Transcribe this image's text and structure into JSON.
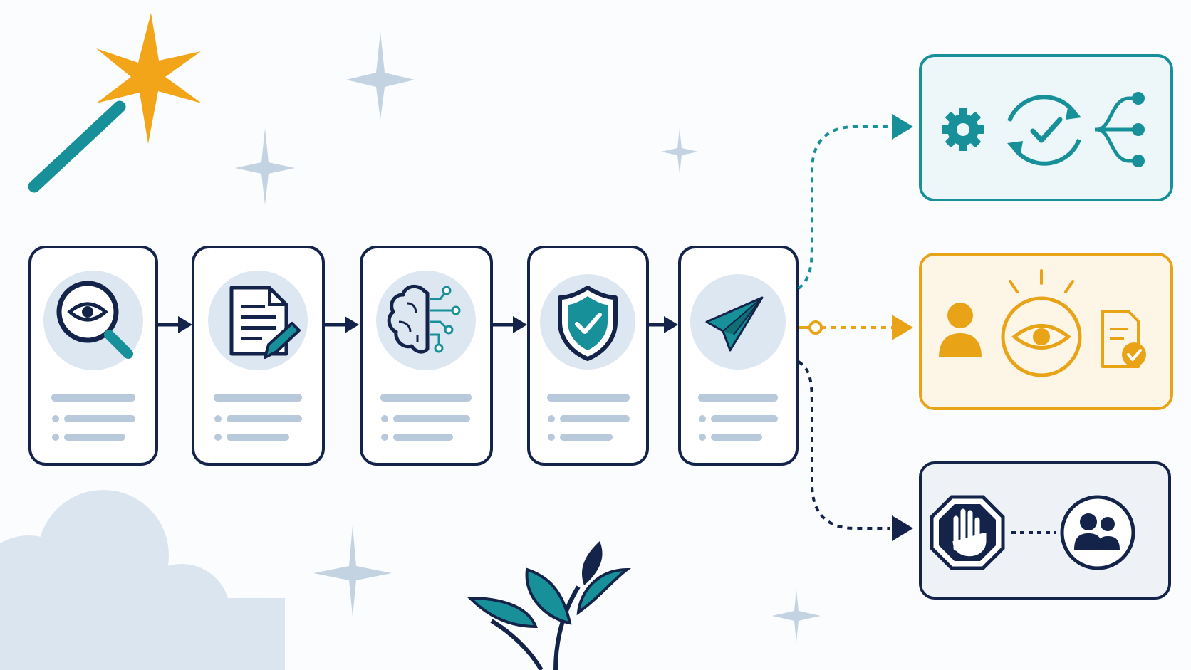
{
  "colors": {
    "navy": "#13234a",
    "teal": "#17909a",
    "orange": "#e8a317",
    "light_blue": "#dde7f1",
    "skeleton": "#b9c9dc",
    "sparkle": "#b6c8d8",
    "teal_box_bg": "#edf7f9",
    "orange_box_bg": "#fdf5e6",
    "navy_box_bg": "#eef2f7",
    "wand_star": "#f3a51a"
  },
  "pipeline_steps": [
    {
      "id": "review",
      "icon": "magnifier-eye-icon"
    },
    {
      "id": "draft",
      "icon": "document-pencil-icon"
    },
    {
      "id": "analyze",
      "icon": "brain-circuit-icon"
    },
    {
      "id": "verify",
      "icon": "shield-check-icon"
    },
    {
      "id": "send",
      "icon": "paper-plane-icon"
    }
  ],
  "outcomes": [
    {
      "id": "automate",
      "line_style": "dotted",
      "color": "teal",
      "icons": [
        "gear-icon",
        "cycle-check-icon",
        "branch-icon"
      ]
    },
    {
      "id": "human-review",
      "line_style": "dotted",
      "color": "orange",
      "icons": [
        "person-icon",
        "eye-icon",
        "document-check-icon"
      ]
    },
    {
      "id": "escalate",
      "line_style": "dashed",
      "color": "navy",
      "icons": [
        "stop-hand-icon",
        "group-icon"
      ]
    }
  ],
  "decorations": [
    "magic-wand-icon",
    "sparkle-icon",
    "cloud-shape",
    "leaf-plant-icon"
  ]
}
